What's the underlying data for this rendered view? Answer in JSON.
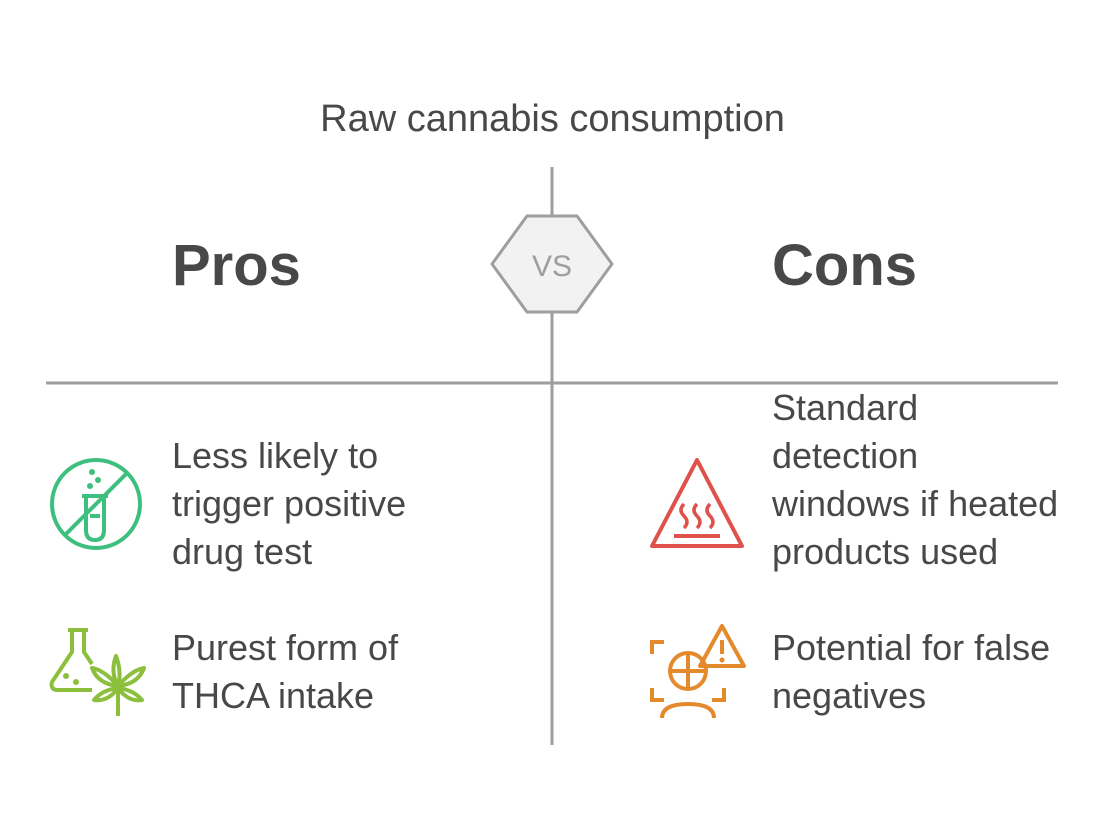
{
  "title": "Raw cannabis consumption",
  "vs_label": "VS",
  "pros": {
    "heading": "Pros",
    "items": [
      {
        "text": "Less likely to trigger positive drug test",
        "icon": "no-test-tube-icon"
      },
      {
        "text": "Purest form of THCA intake",
        "icon": "flask-cannabis-leaf-icon"
      }
    ]
  },
  "cons": {
    "heading": "Cons",
    "items": [
      {
        "text": "Standard detection windows if heated products used",
        "icon": "heat-warning-icon"
      },
      {
        "text": "Potential for false negatives",
        "icon": "face-scan-warning-icon"
      }
    ]
  },
  "colors": {
    "text": "#484848",
    "divider": "#9e9e9e",
    "vs_fill": "#f2f2f2",
    "pro1_icon": "#3dbf7f",
    "pro2_icon": "#8cbf3c",
    "con1_icon": "#e0514b",
    "con2_icon": "#e58a2c"
  }
}
